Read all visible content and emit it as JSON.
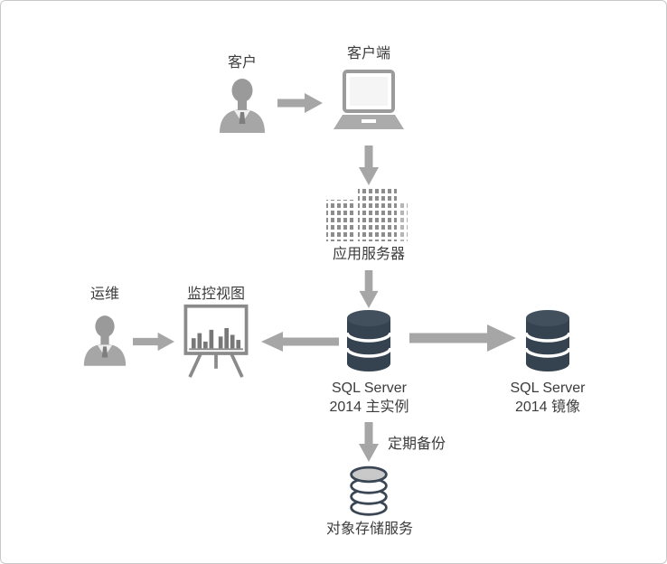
{
  "colors": {
    "page_bg": "#ffffff",
    "border_color": "#c9c9c9",
    "arrow": "#a6a6a6",
    "db_fill": "#35424f",
    "label_text": "#3c3c3c"
  },
  "nodes": {
    "customer": {
      "label": "客户",
      "icon": "person-bust-icon"
    },
    "client": {
      "label": "客户端",
      "icon": "laptop-icon"
    },
    "app_server": {
      "label": "应用服务器",
      "icon": "office-buildings-icon"
    },
    "ops": {
      "label": "运维",
      "icon": "person-bust-icon"
    },
    "monitor_view": {
      "label": "监控视图",
      "icon": "bar-chart-easel-icon"
    },
    "sql_primary": {
      "line1": "SQL Server",
      "line2": "2014 主实例",
      "icon": "database-cylinder-icon"
    },
    "sql_mirror": {
      "line1": "SQL Server",
      "line2": "2014 镜像",
      "icon": "database-cylinder-icon"
    },
    "object_storage": {
      "label": "对象存储服务",
      "icon": "storage-rings-icon"
    }
  },
  "edges": {
    "customer_to_client": {
      "direction": "right"
    },
    "client_to_app_server": {
      "direction": "down"
    },
    "app_server_to_sql_primary": {
      "direction": "down"
    },
    "sql_primary_to_monitor_view": {
      "direction": "left"
    },
    "ops_to_monitor_view": {
      "direction": "right"
    },
    "sql_primary_to_sql_mirror": {
      "direction": "right"
    },
    "sql_primary_to_object_storage": {
      "direction": "down",
      "label": "定期备份"
    }
  }
}
